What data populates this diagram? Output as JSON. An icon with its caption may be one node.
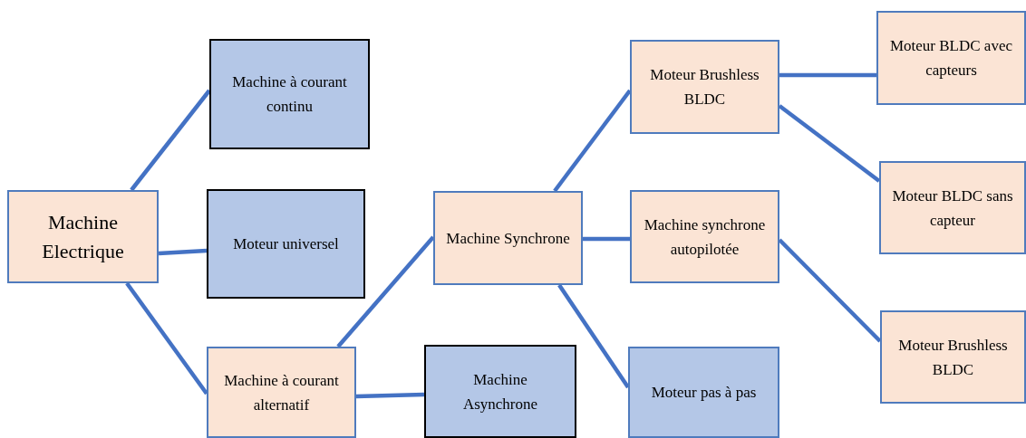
{
  "diagram": {
    "nodes": [
      {
        "text": [
          "Machine Electrique"
        ]
      },
      {
        "text": [
          "Machine à courant continu"
        ]
      },
      {
        "text": [
          "Moteur universel"
        ]
      },
      {
        "text": [
          "Machine à courant alternatif"
        ]
      },
      {
        "text": [
          "Machine Asynchrone"
        ]
      },
      {
        "text": [
          "Machine Synchrone"
        ]
      },
      {
        "text": [
          "Moteur pas à pas"
        ]
      },
      {
        "text": [
          "Moteur Brushless BLDC"
        ]
      },
      {
        "text": [
          "Machine synchrone autopilotée"
        ]
      },
      {
        "text": [
          "Moteur BLDC avec capteurs"
        ]
      },
      {
        "text": [
          "Moteur BLDC sans capteur"
        ]
      },
      {
        "text": [
          "Moteur Brushless BLDC"
        ]
      }
    ],
    "edges": [
      {
        "from": 0,
        "to": 1,
        "arrow": "none"
      },
      {
        "from": 0,
        "to": 2,
        "arrow": "none"
      },
      {
        "from": 0,
        "to": 3,
        "arrow": "none"
      },
      {
        "from": 3,
        "to": 5,
        "arrow": "none"
      },
      {
        "from": 3,
        "to": 4,
        "arrow": "none"
      },
      {
        "from": 5,
        "to": 7,
        "arrow": "none"
      },
      {
        "from": 5,
        "to": 8,
        "arrow": "none"
      },
      {
        "from": 5,
        "to": 6,
        "arrow": "none"
      },
      {
        "from": 7,
        "to": 9,
        "arrow": "none"
      },
      {
        "from": 7,
        "to": 10,
        "arrow": "none"
      },
      {
        "from": 8,
        "to": 11,
        "arrow": "none"
      }
    ]
  }
}
